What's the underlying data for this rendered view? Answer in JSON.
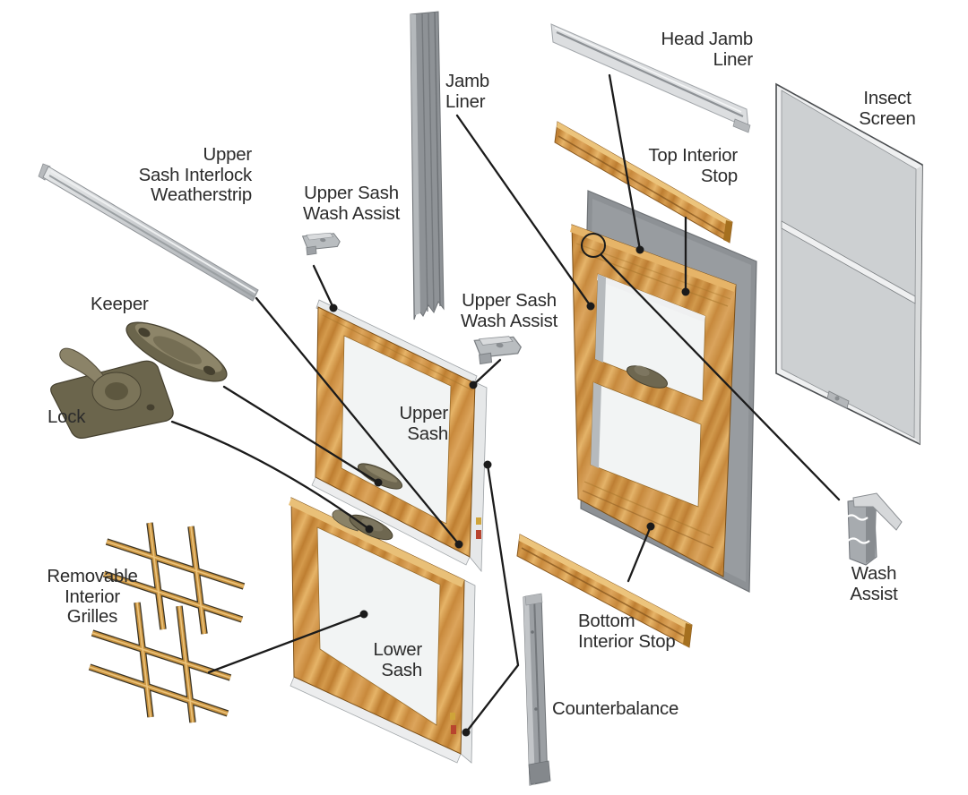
{
  "labels": {
    "upper_sash_interlock_weatherstrip": {
      "line1": "Upper",
      "line2": "Sash Interlock",
      "line3": "Weatherstrip"
    },
    "upper_sash_wash_assist_left": {
      "line1": "Upper Sash",
      "line2": "Wash Assist"
    },
    "jamb_liner": {
      "line1": "Jamb",
      "line2": "Liner"
    },
    "head_jamb_liner": {
      "line1": "Head Jamb",
      "line2": "Liner"
    },
    "top_interior_stop": {
      "line1": "Top Interior",
      "line2": "Stop"
    },
    "insect_screen": {
      "line1": "Insect",
      "line2": "Screen"
    },
    "keeper": {
      "line1": "Keeper"
    },
    "lock": {
      "line1": "Lock"
    },
    "upper_sash": {
      "line1": "Upper",
      "line2": "Sash"
    },
    "upper_sash_wash_assist_right": {
      "line1": "Upper Sash",
      "line2": "Wash Assist"
    },
    "wash_assist": {
      "line1": "Wash",
      "line2": "Assist"
    },
    "removable_interior_grilles": {
      "line1": "Removable",
      "line2": "Interior",
      "line3": "Grilles"
    },
    "lower_sash": {
      "line1": "Lower",
      "line2": "Sash"
    },
    "bottom_interior_stop": {
      "line1": "Bottom",
      "line2": "Interior Stop"
    },
    "counterbalance": {
      "line1": "Counterbalance"
    }
  },
  "colors": {
    "background": "#FFFFFF",
    "text": "#2B2B2B",
    "leader_line": "#1B1B1B",
    "wood_mid": "#CE9446",
    "wood_light": "#E6B468",
    "wood_dark": "#8A5A20",
    "hardware_olive": "#6E6750",
    "metal_light": "#DCDEE0",
    "metal_mid": "#9BA0A4",
    "metal_dark": "#6E7276",
    "screen_mesh": "#CDD0D2"
  }
}
